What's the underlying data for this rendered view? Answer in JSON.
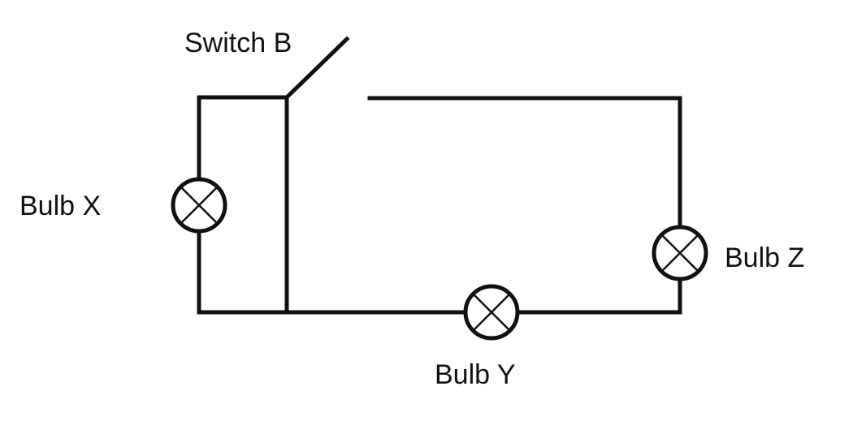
{
  "labels": {
    "switch_b": "Switch B",
    "bulb_x": "Bulb X",
    "bulb_y": "Bulb Y",
    "bulb_z": "Bulb Z"
  },
  "components": [
    {
      "id": "switch-b",
      "type": "switch",
      "state": "open"
    },
    {
      "id": "bulb-x",
      "type": "bulb"
    },
    {
      "id": "bulb-y",
      "type": "bulb"
    },
    {
      "id": "bulb-z",
      "type": "bulb"
    }
  ],
  "colors": {
    "wire": "#111111",
    "background": "#ffffff"
  }
}
